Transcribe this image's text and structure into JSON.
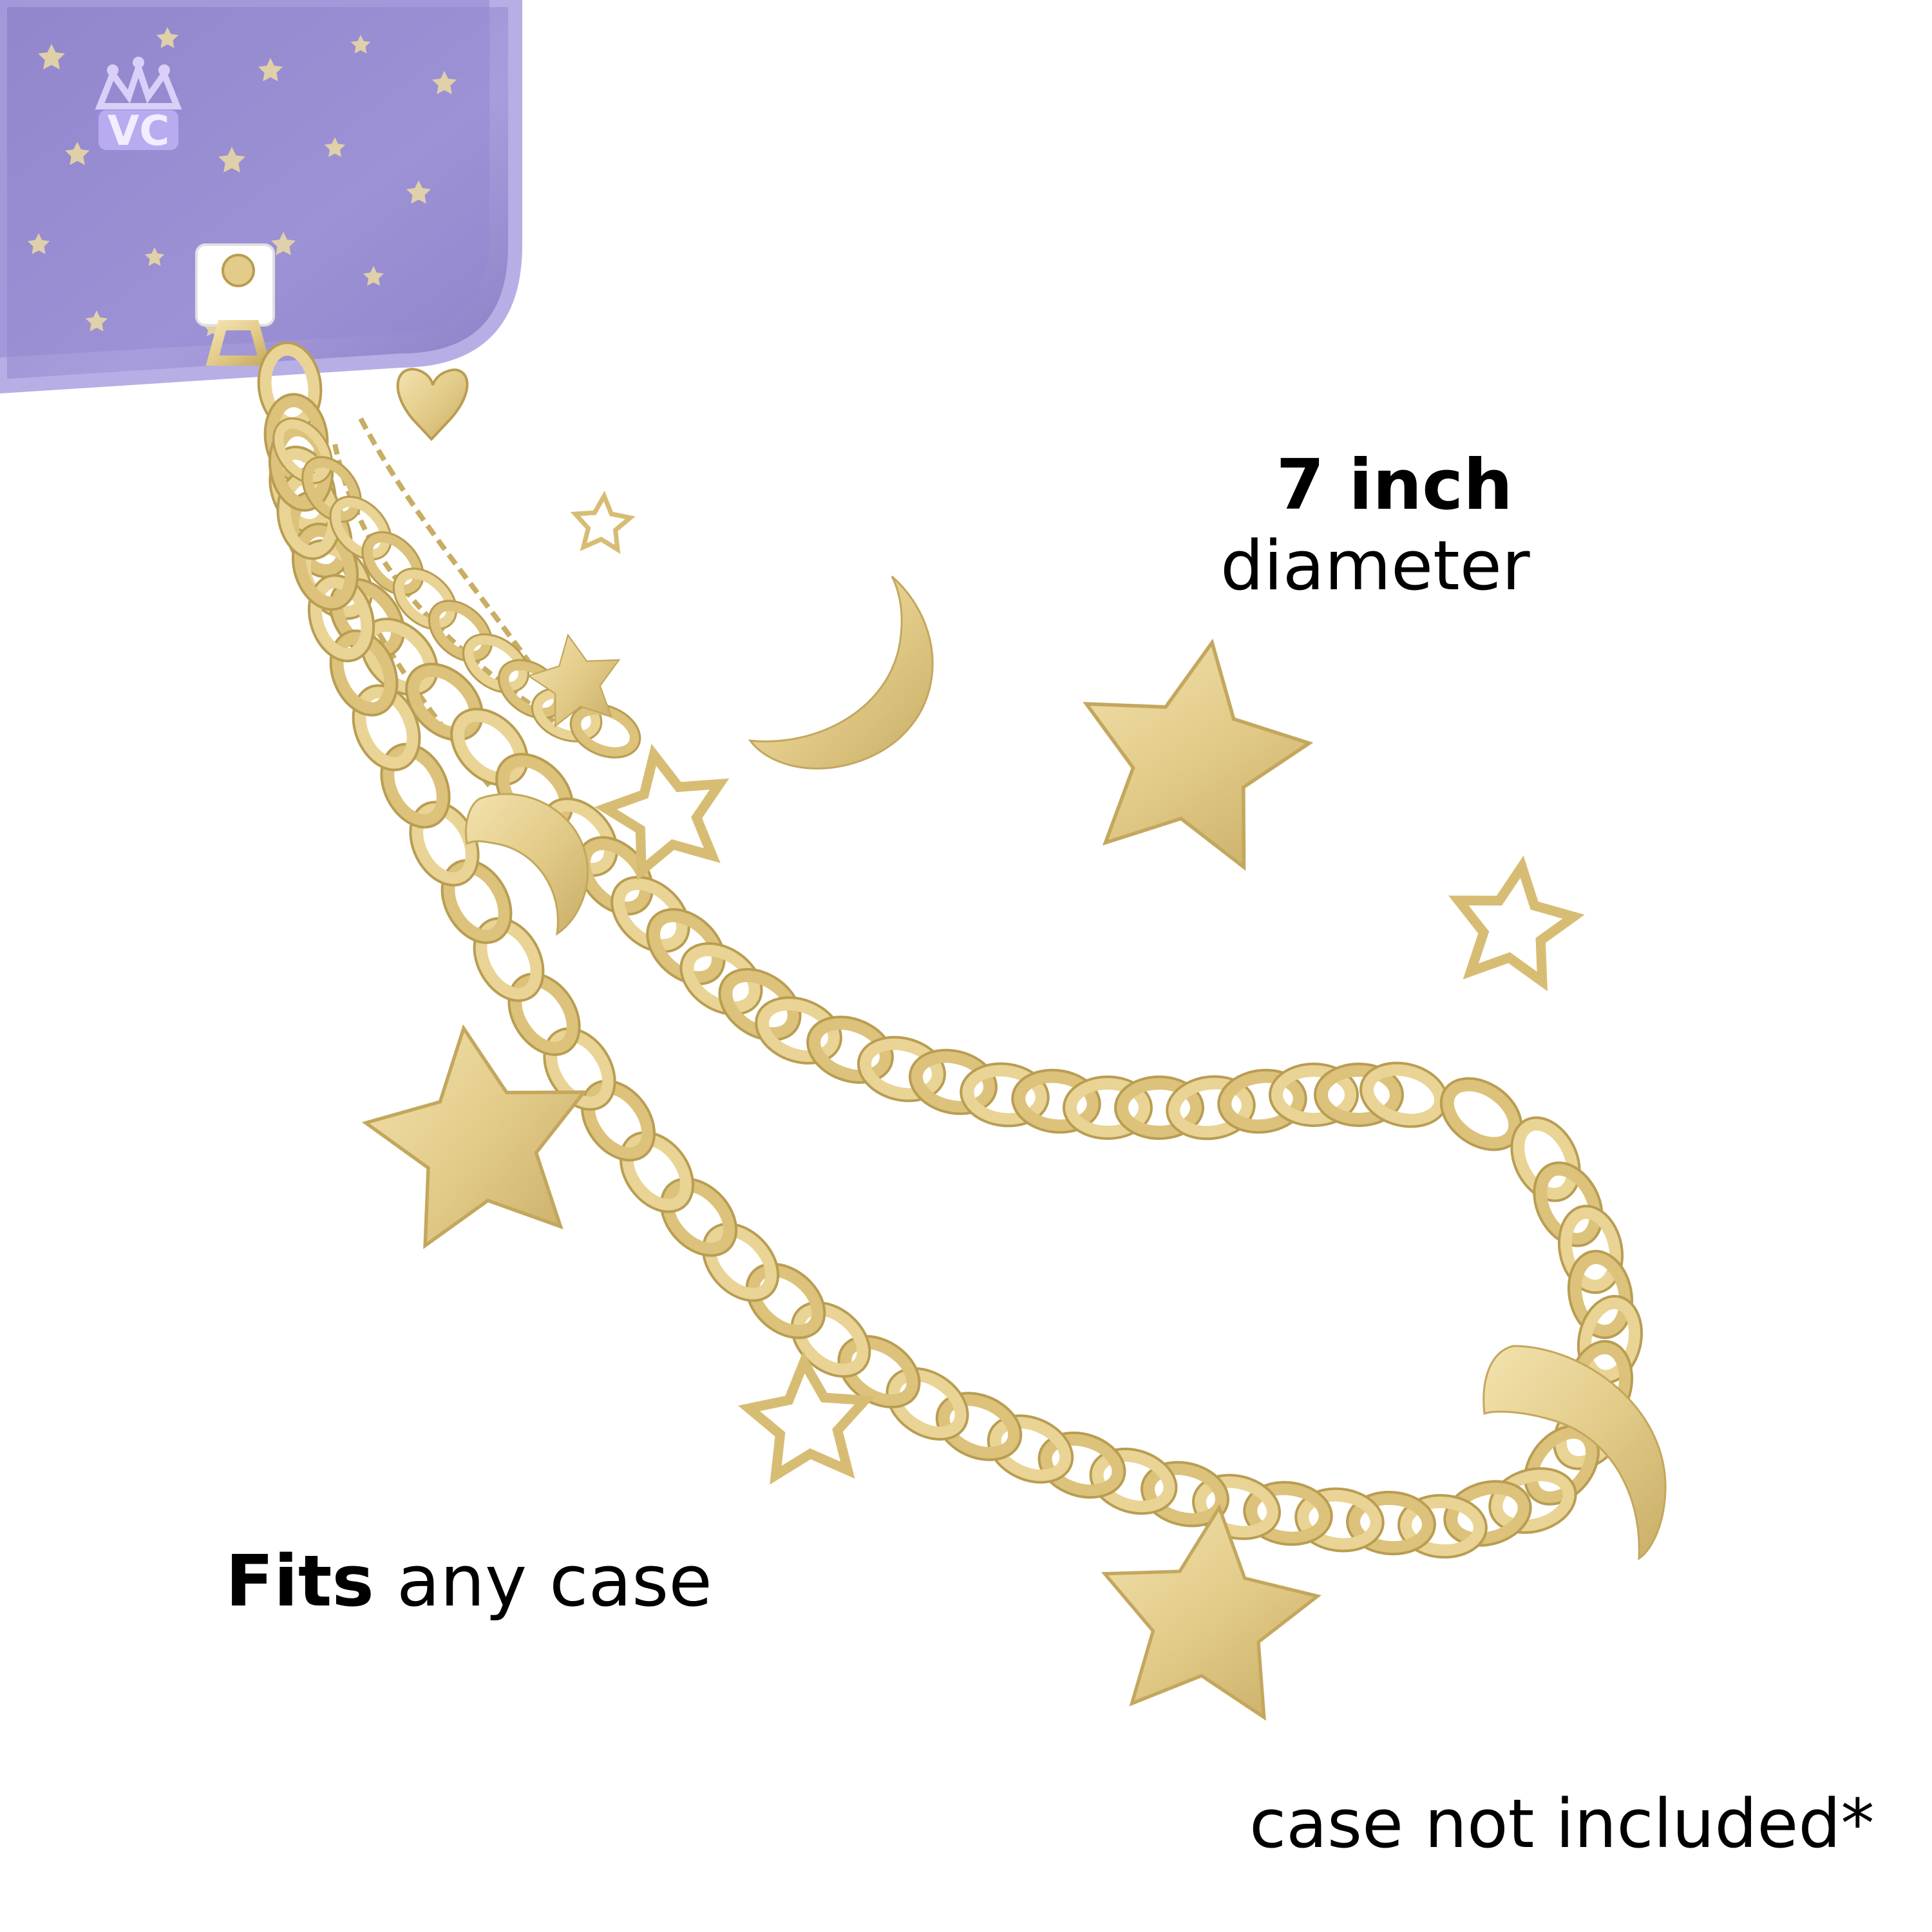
{
  "text": {
    "size_bold": "7 inch",
    "size_light": "diameter",
    "fits_bold": "Fits",
    "fits_rest": " any case",
    "note": "case not included*"
  },
  "case_logo": "VC",
  "colors": {
    "background": "#ffffff",
    "gold": "#e3cc8a",
    "gold_dark": "#b99d52",
    "case_purple": "#9b8fd0",
    "case_edge": "#b7aee6",
    "text": "#000000"
  },
  "icons": {
    "crown": "crown-icon",
    "star": "star-icon",
    "moon": "moon-icon"
  }
}
